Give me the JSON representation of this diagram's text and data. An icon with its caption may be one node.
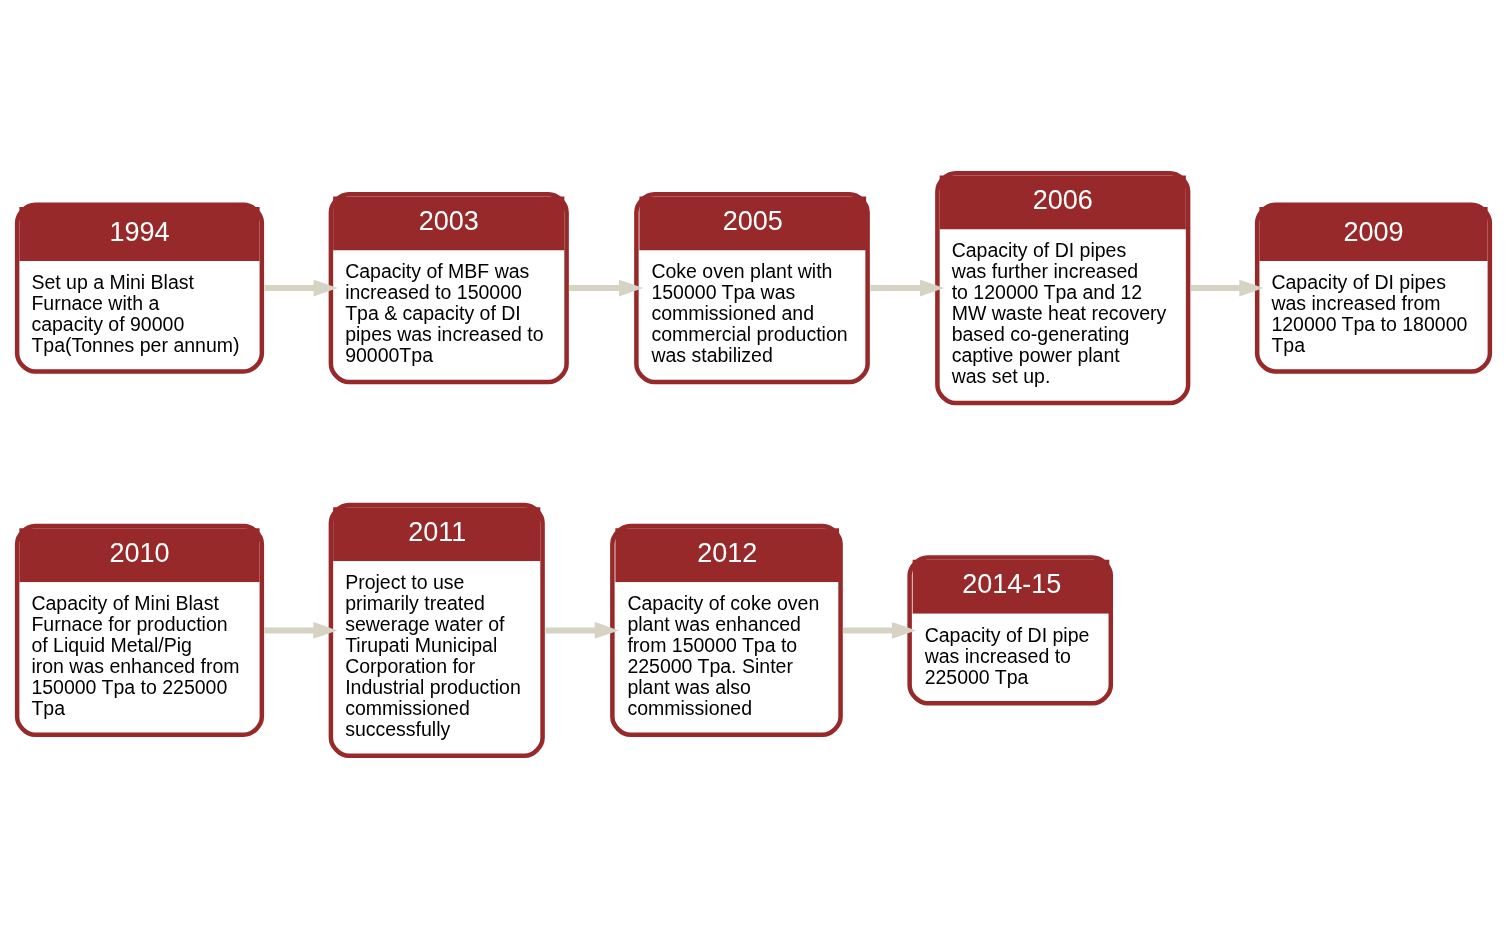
{
  "diagram": {
    "nodes": [
      {
        "text": [
          "1994",
          "Set up a Mini Blast Furnace with a capacity of 90000 Tpa(Tonnes per annum)"
        ]
      },
      {
        "text": [
          "2003",
          "Capacity of MBF was increased to 150000 Tpa & capacity of DI pipes was increased to 90000Tpa"
        ]
      },
      {
        "text": [
          "2005",
          "Coke oven plant with 150000 Tpa was commissioned and commercial production was stabilized"
        ]
      },
      {
        "text": [
          "2006",
          "Capacity of DI pipes was further increased to 120000 Tpa and 12 MW waste heat recovery based co-generating captive power plant was set up."
        ]
      },
      {
        "text": [
          "2009",
          "Capacity of DI pipes was increased from 120000 Tpa to 180000 Tpa"
        ]
      },
      {
        "text": [
          "2010",
          "Capacity of Mini Blast Furnace for production of Liquid Metal/Pig iron was enhanced from 150000 Tpa to 225000 Tpa"
        ]
      },
      {
        "text": [
          "2011",
          "Project to use primarily treated sewerage water of Tirupati Municipal Corporation for Industrial production commissioned successfully"
        ]
      },
      {
        "text": [
          "2012",
          "Capacity of coke oven plant was enhanced from 150000 Tpa to 225000 Tpa. Sinter plant was also commissioned"
        ]
      },
      {
        "text": [
          "2014-15",
          "Capacity of DI pipe was increased to 225000 Tpa"
        ]
      }
    ],
    "edges": [
      {
        "from": 0,
        "to": 1,
        "arrow": "to"
      },
      {
        "from": 1,
        "to": 2,
        "arrow": "to"
      },
      {
        "from": 2,
        "to": 3,
        "arrow": "to"
      },
      {
        "from": 3,
        "to": 4,
        "arrow": "to"
      },
      {
        "from": 5,
        "to": 6,
        "arrow": "to"
      },
      {
        "from": 6,
        "to": 7,
        "arrow": "to"
      },
      {
        "from": 7,
        "to": 8,
        "arrow": "to"
      }
    ]
  }
}
